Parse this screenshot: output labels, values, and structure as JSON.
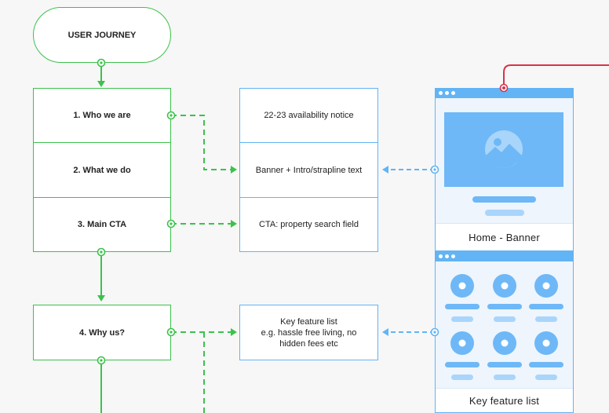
{
  "journey": {
    "start": "USER JOURNEY",
    "steps": [
      "1. Who we are",
      "2. What we do",
      "3. Main CTA",
      "4. Why us?"
    ]
  },
  "content": {
    "availability": "22-23 availability notice",
    "banner": "Banner + Intro/strapline text",
    "cta": "CTA: property search field",
    "features": [
      "Key feature list",
      "e.g. hassle free living, no",
      "hidden fees etc"
    ]
  },
  "wireframes": {
    "home_banner": "Home - Banner",
    "key_feature_list": "Key feature list"
  },
  "colors": {
    "flow_green": "#3cc24b",
    "wire_blue": "#62b4f5",
    "link_red": "#d8334a",
    "image_blue": "#6eb8f7"
  },
  "icons": [
    "image-placeholder-icon",
    "feature-circle-icon"
  ]
}
